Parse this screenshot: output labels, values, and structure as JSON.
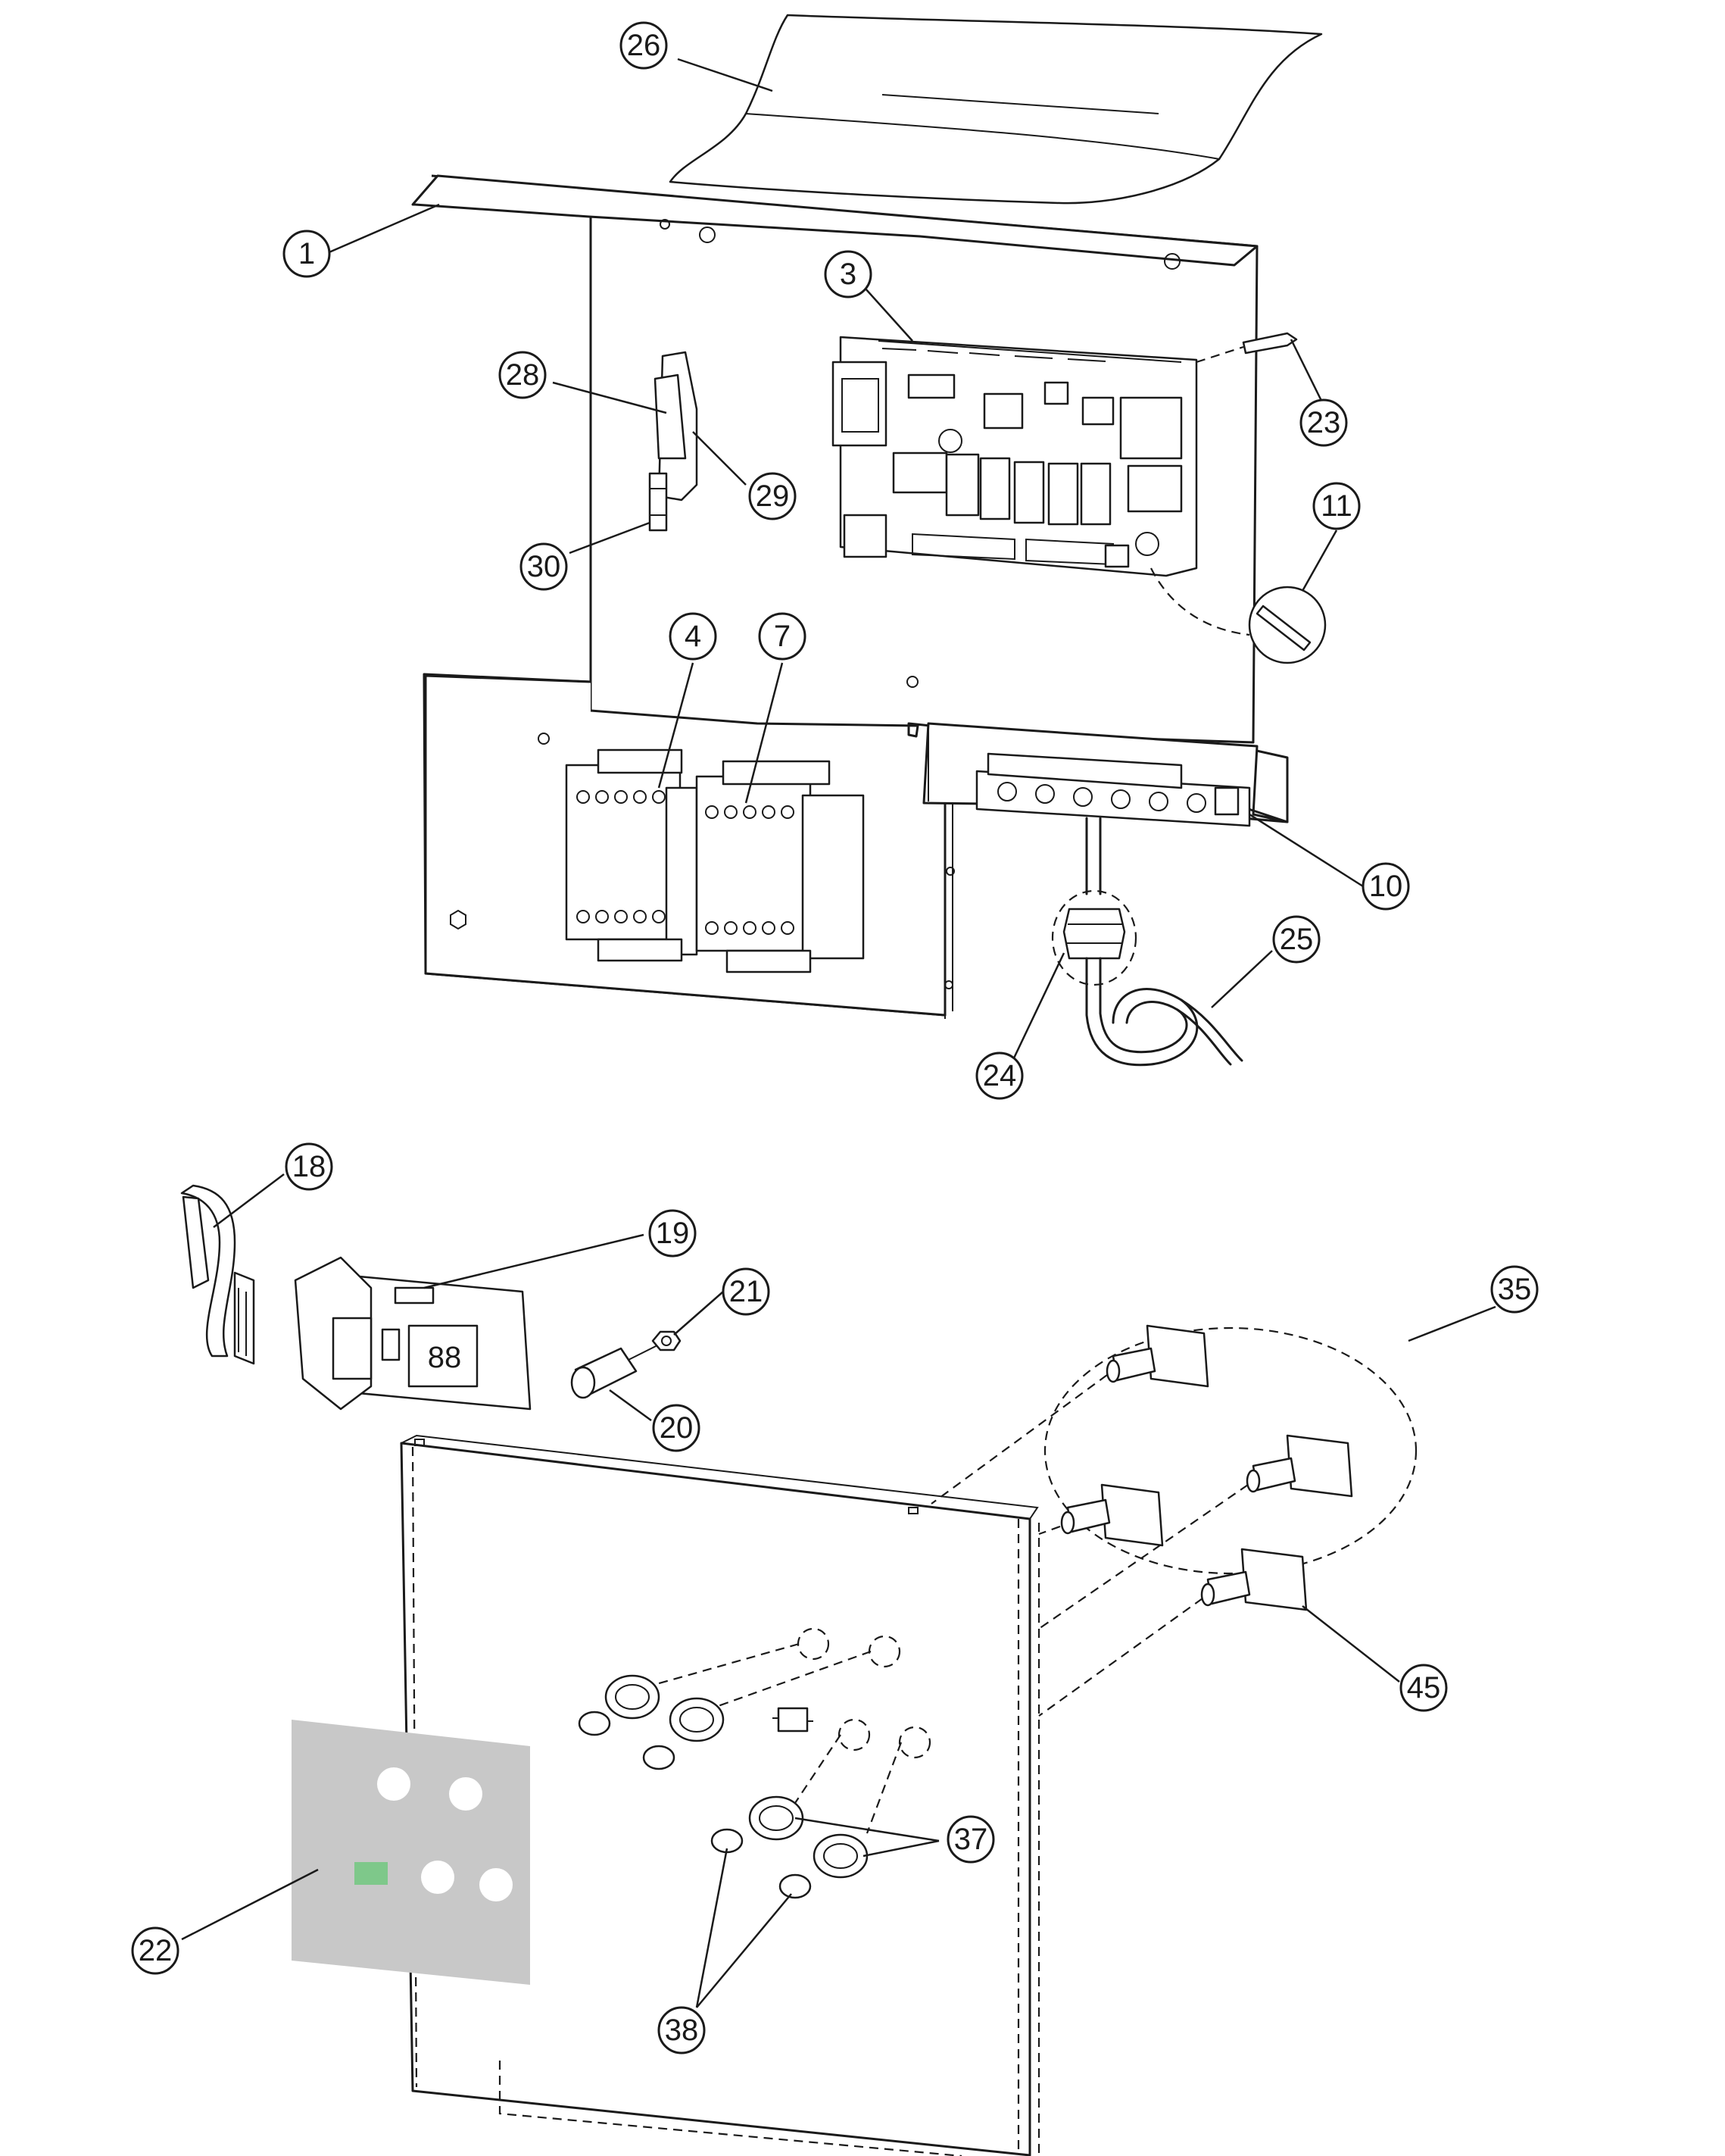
{
  "diagram": {
    "callouts": [
      {
        "id": "c1",
        "label": "1"
      },
      {
        "id": "c3",
        "label": "3"
      },
      {
        "id": "c4",
        "label": "4"
      },
      {
        "id": "c7",
        "label": "7"
      },
      {
        "id": "c10",
        "label": "10"
      },
      {
        "id": "c11",
        "label": "11"
      },
      {
        "id": "c18",
        "label": "18"
      },
      {
        "id": "c19",
        "label": "19"
      },
      {
        "id": "c20",
        "label": "20"
      },
      {
        "id": "c21",
        "label": "21"
      },
      {
        "id": "c22",
        "label": "22"
      },
      {
        "id": "c23",
        "label": "23"
      },
      {
        "id": "c24",
        "label": "24"
      },
      {
        "id": "c25",
        "label": "25"
      },
      {
        "id": "c26",
        "label": "26"
      },
      {
        "id": "c28",
        "label": "28"
      },
      {
        "id": "c29",
        "label": "29"
      },
      {
        "id": "c30",
        "label": "30"
      },
      {
        "id": "c35",
        "label": "35"
      },
      {
        "id": "c37",
        "label": "37"
      },
      {
        "id": "c38",
        "label": "38"
      },
      {
        "id": "c45",
        "label": "45"
      }
    ],
    "display_digits": "88",
    "colors": {
      "line": "#1a1a1a",
      "label_panel": "#c8c8c8",
      "display_window": "#7ec88a"
    }
  }
}
